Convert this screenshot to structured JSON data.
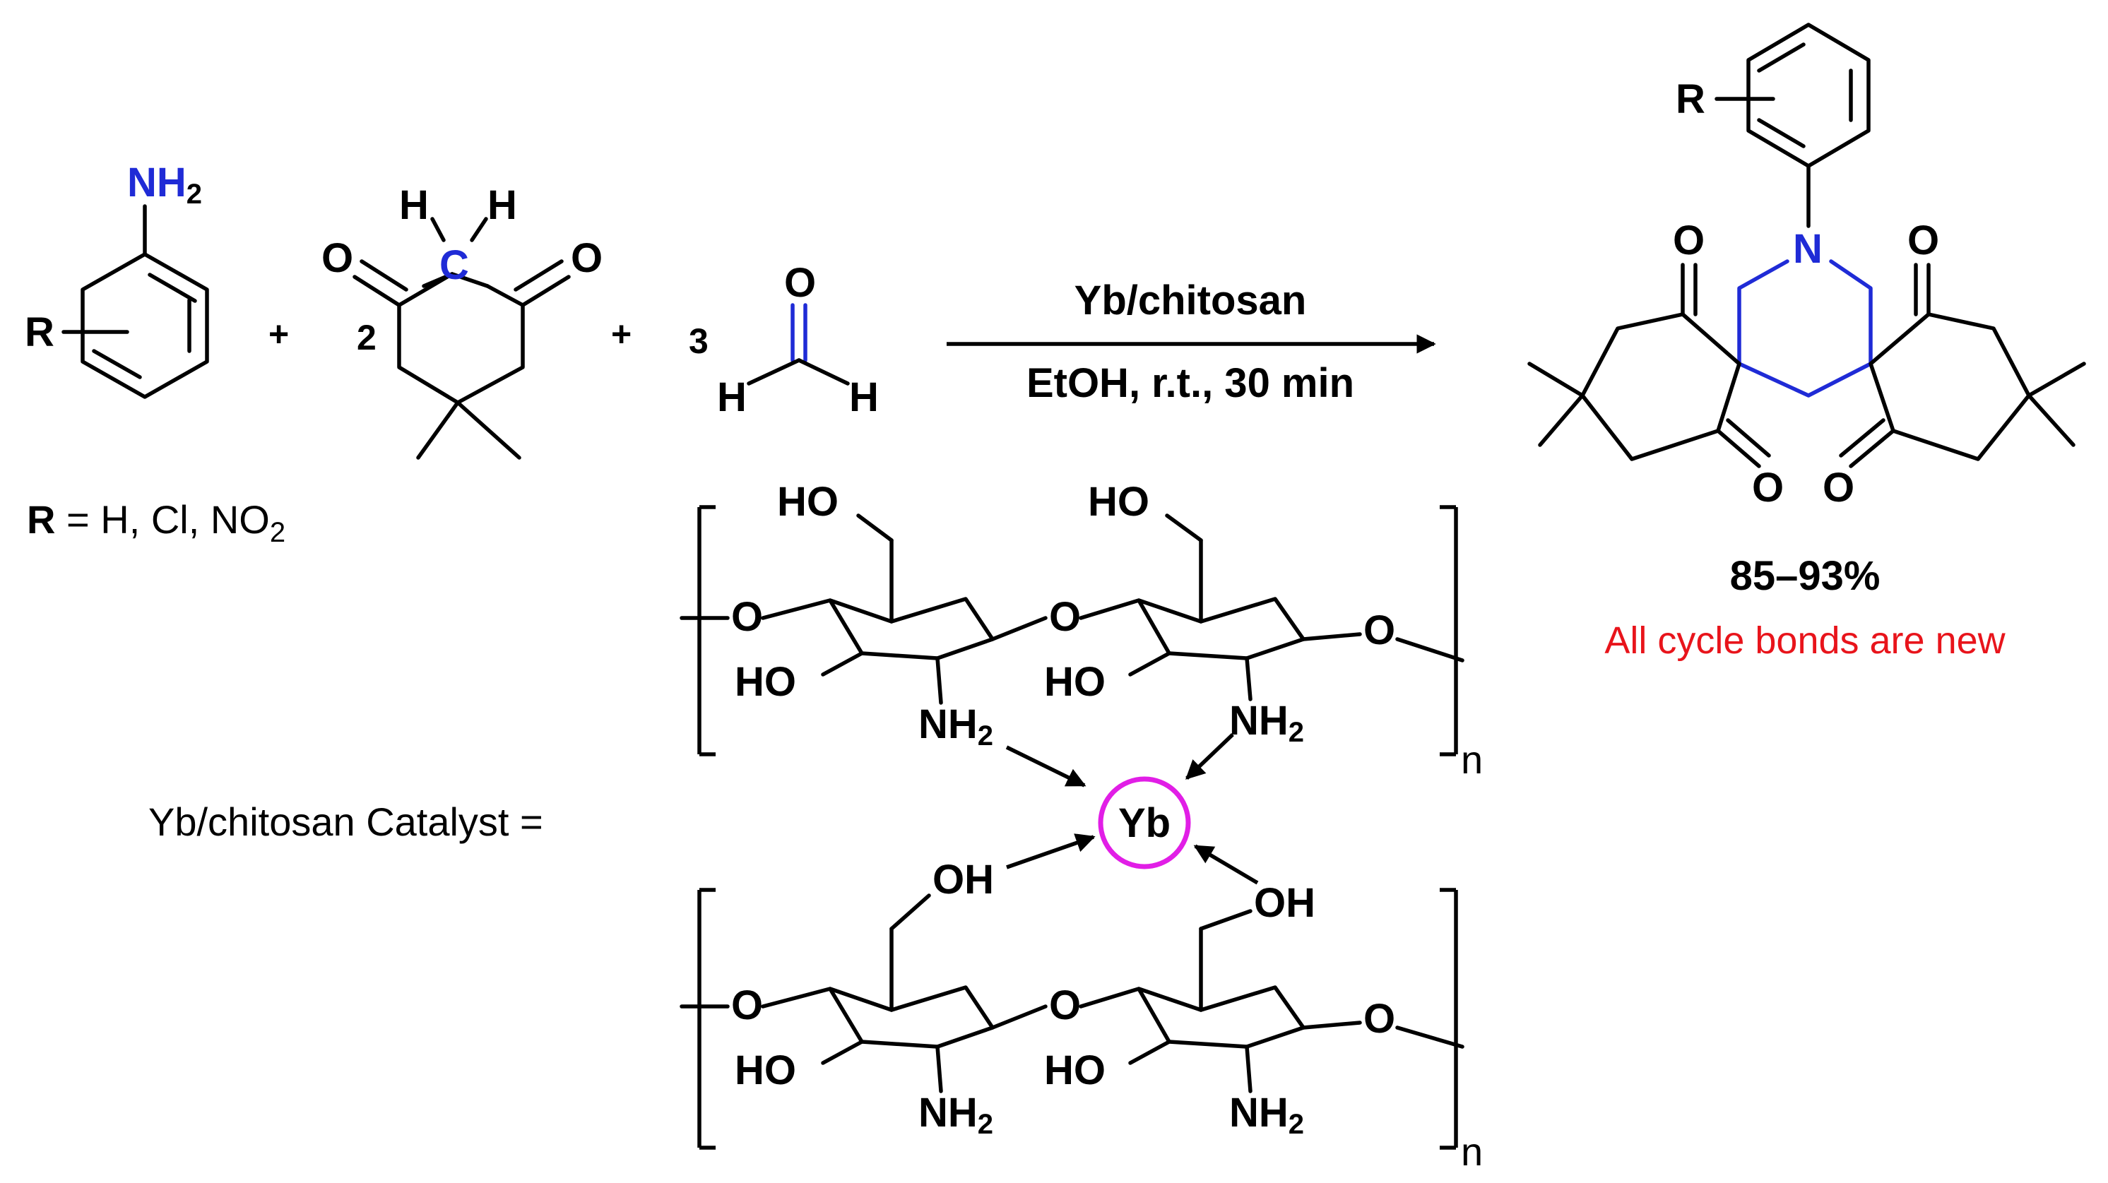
{
  "reactants": {
    "aniline": {
      "amine_label": "NH",
      "amine_sub": "2",
      "r_label": "R"
    },
    "plus_1": "+",
    "dimedone": {
      "coefficient": "2",
      "h_left": "H",
      "h_right": "H",
      "c_label": "C",
      "o_left": "O",
      "o_right": "O"
    },
    "plus_2": "+",
    "formaldehyde": {
      "coefficient": "3",
      "o_label": "O",
      "h_left": "H",
      "h_right": "H"
    }
  },
  "substituents": {
    "prefix": "R",
    "text": " = H, Cl, NO",
    "sub": "2"
  },
  "conditions": {
    "catalyst": "Yb/chitosan",
    "solvent_line": "EtOH, r.t., 30 min"
  },
  "product": {
    "r_label": "R",
    "n_label": "N",
    "o_labels": [
      "O",
      "O",
      "O",
      "O"
    ],
    "yield": "85–93%",
    "note": "All cycle bonds are new",
    "note_color": "#e8141b",
    "new_bond_color": "#1f2bd6"
  },
  "catalyst": {
    "label": "Yb/chitosan Catalyst =",
    "metal": "Yb",
    "metal_ring_color": "#e11ee6",
    "repeat_unit": "n",
    "ho_label": "HO",
    "oh_label": "OH",
    "o_label": "O",
    "nh_label": "NH",
    "nh_sub": "2"
  }
}
